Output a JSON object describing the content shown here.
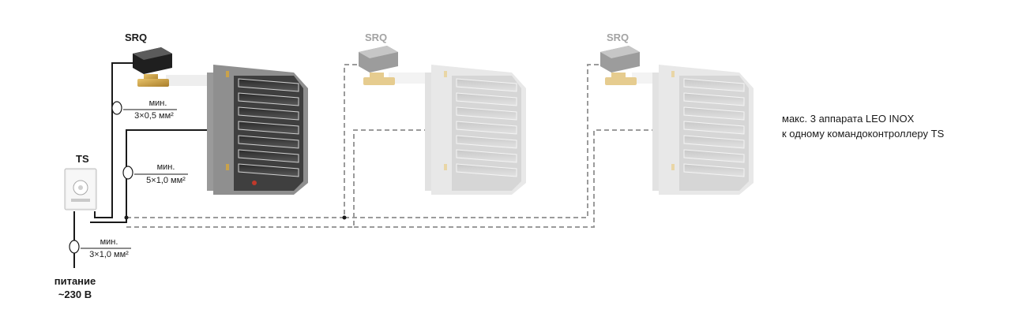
{
  "units": [
    {
      "valve_label": "SRQ",
      "active": true
    },
    {
      "valve_label": "SRQ",
      "active": false
    },
    {
      "valve_label": "SRQ",
      "active": false
    }
  ],
  "thermostat": {
    "label": "TS"
  },
  "cables": {
    "valve": {
      "min": "мин.",
      "spec": "3×0,5 мм²"
    },
    "heater": {
      "min": "мин.",
      "spec": "5×1,0 мм²"
    },
    "power": {
      "min": "мин.",
      "spec": "3×1,0 мм²"
    }
  },
  "power_supply": {
    "line1": "питание",
    "line2": "~230 В"
  },
  "note": {
    "line1": "макс. 3 аппарата LEO INOX",
    "line2": "к одному командоконтроллеру TS"
  },
  "colors": {
    "cable_active": "#1a1a1a",
    "cable_optional": "#9b9b9b",
    "heater_active": "#8f8f8f",
    "heater_faded": "#dcdcdc",
    "valve_brass": "#c9a24a"
  }
}
